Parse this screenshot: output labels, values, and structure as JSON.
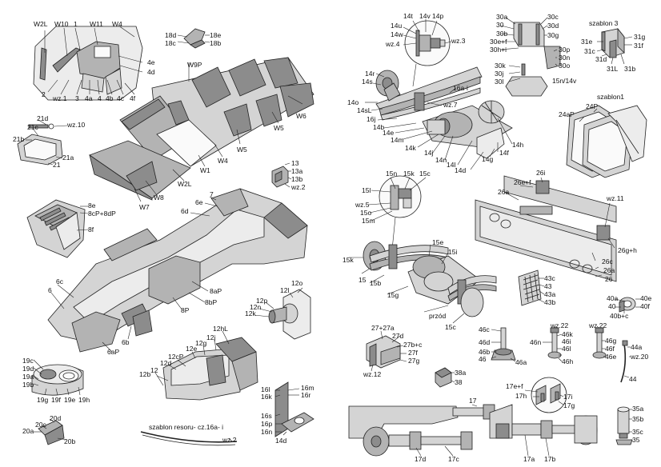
{
  "labels": {
    "w2l": "W2L",
    "w10": "W10",
    "l1": "1",
    "w11": "W11",
    "w4_top": "W4",
    "l2": "2",
    "wz1": "wz.1",
    "l3": "3",
    "l4a": "4a",
    "l4": "4",
    "l4b": "4b",
    "l4c": "4c",
    "l4f": "4f",
    "l4e": "4e",
    "l4d": "4d",
    "l18d": "18d",
    "l18c": "18c",
    "l18e": "18e",
    "l18b": "18b",
    "w9p": "W9P",
    "w5a": "W5",
    "w5b": "W5",
    "w6": "W6",
    "w4b": "W4",
    "w1": "W1",
    "w2l_b": "W2L",
    "w8": "W8",
    "w7": "W7",
    "l21d": "21d",
    "wz10": "wz.10",
    "l21c": "21c",
    "l21b": "21b",
    "l21a": "21a",
    "l21": "21",
    "l13": "13",
    "l13a": "13a",
    "l13b": "13b",
    "wz2a": "wz.2",
    "l8e": "8e",
    "l8cp": "8cP+8dP",
    "l8f": "8f",
    "l7": "7",
    "l6e": "6e",
    "l6d": "6d",
    "l6c": "6c",
    "l6": "6",
    "l6ap": "6aP",
    "l6b": "6b",
    "l8ap": "8aP",
    "l8bp": "8bP",
    "l8p": "8P",
    "l12l": "12l",
    "l12o": "12o",
    "l12p": "12p",
    "l12n": "12n",
    "l12k": "12k",
    "l12hl": "12hL",
    "l12j": "12j",
    "l12g": "12g",
    "l12e": "12e",
    "l12cp": "12cP",
    "l12d": "12d",
    "l12b": "12b",
    "l12": "12",
    "l19c": "19c",
    "l19d": "19d",
    "l19a": "19a",
    "l19b": "19b",
    "l19g": "19g",
    "l19f": "19f",
    "l19e": "19e",
    "l19h": "19h",
    "l20d": "20d",
    "l20c": "20c",
    "l20a": "20a",
    "l20b": "20b",
    "l16l": "16l",
    "l16k": "16k",
    "l16m": "16m",
    "l16r": "16r",
    "l16s": "16s",
    "l16p": "16p",
    "l16n": "16n",
    "l14d_b": "14d",
    "szablon_resoru": "szablon resoru- cz.16a- i",
    "wz2b": "wz.2",
    "l14t": "14t",
    "l14v": "14v",
    "l14p": "14p",
    "l14u": "14u",
    "l14w": "14w",
    "wz4": "wz.4",
    "wz3": "wz.3",
    "l14r": "14r",
    "l14s": "14s",
    "l14o": "14o",
    "l14sl": "14sL",
    "l16ai": "16a-i",
    "wz7": "wz.7",
    "l16j": "16j",
    "l14b": "14b",
    "l14e": "14e",
    "l14m": "14m",
    "l14k": "14k",
    "l14j": "14j",
    "l14n": "14n",
    "l14l": "14l",
    "l14d": "14d",
    "l14g": "14g",
    "l14f": "14f",
    "l14h": "14h",
    "l30a": "30a",
    "l30": "30",
    "l30b": "30b",
    "l30ef": "30e+f",
    "l30h": "30h+i",
    "l30c": "30c",
    "l30d": "30d",
    "l30g": "30g",
    "l30p": "30p",
    "l30n": "30n",
    "l30o": "30o",
    "l30k": "30k",
    "l30j": "30j",
    "l30l": "30l",
    "l15n14v": "15n/14v",
    "szablon3": "szablon 3",
    "l31e": "31e",
    "l31c": "31c",
    "l31d": "31d",
    "l31l": "31L",
    "l31b": "31b",
    "l31g": "31g",
    "l31f": "31f",
    "szablon1": "szablon1",
    "l24p": "24P",
    "l24ap": "24aP",
    "l15n": "15n",
    "l15k_t": "15k",
    "l15c_t": "15c",
    "l15l": "15l",
    "wz5": "wz.5",
    "l15o": "15o",
    "l15m": "15m",
    "l15e": "15e",
    "l15i": "15i",
    "l15k": "15k",
    "l15": "15",
    "l15b": "15b",
    "l15g": "15g",
    "przod": "przód",
    "l15c": "15c",
    "l26i": "26i",
    "l26ef": "26e+f",
    "l26a": "26a",
    "wz11": "wz.11",
    "l26gh": "26g+h",
    "l26c": "26c",
    "l26a2": "26a",
    "l26": "26",
    "l43c": "43c",
    "l43": "43",
    "l43a": "43a",
    "l43b": "43b",
    "l40a": "40a",
    "l40e": "40e",
    "l40": "40",
    "l40f": "40f",
    "l40bc": "40b+c",
    "l27": "27+27a",
    "l27d": "27d",
    "l27bc": "27b+c",
    "l27f": "27f",
    "l27g": "27g",
    "wz12": "wz.12",
    "l46c": "46c",
    "l46d": "46d",
    "l46b": "46b",
    "l46": "46",
    "l46a": "46a",
    "wz22a": "wz.22",
    "wz22b": "wz.22",
    "l46k": "46k",
    "l46n": "46n",
    "l46i": "46i",
    "l46l": "46l",
    "l46h": "46h",
    "l46g": "46g",
    "l46f": "46f",
    "l46e": "46e",
    "l44a": "44a",
    "wz20": "wz.20",
    "l44": "44",
    "l38a": "38a",
    "l38": "38",
    "l17ef": "17e+f",
    "l17h": "17h",
    "l17i": "17i",
    "l17g": "17g",
    "l17": "17",
    "l17d": "17d",
    "l17c": "17c",
    "l17a": "17a",
    "l17b": "17b",
    "l35a": "35a",
    "l35b": "35b",
    "l35c": "35c",
    "l35": "35"
  }
}
